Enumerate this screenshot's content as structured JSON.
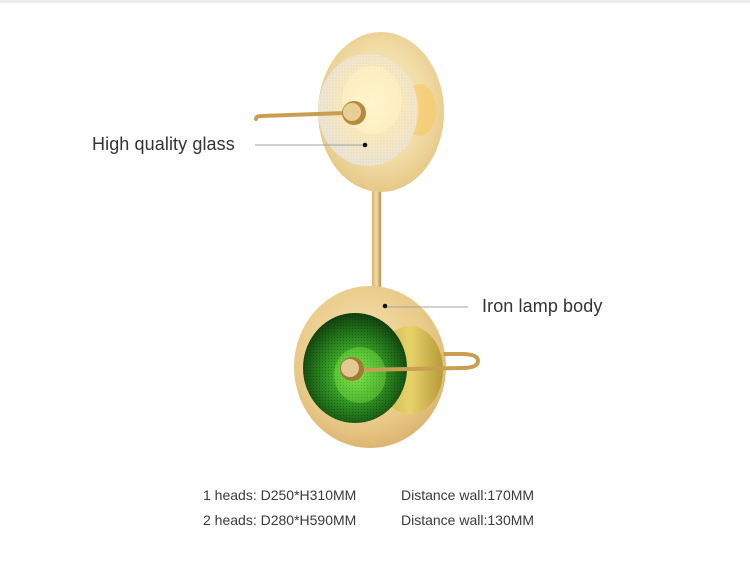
{
  "annotations": {
    "glass_label": "High quality glass",
    "body_label": "Iron lamp body"
  },
  "specs": [
    {
      "size": "1 heads: D250*H310MM",
      "distance": "Distance wall:170MM"
    },
    {
      "size": "2 heads: D280*H590MM",
      "distance": "Distance wall:130MM"
    }
  ],
  "colors": {
    "gold": "#e8c987",
    "gold_dark": "#c9a25a",
    "glass_green": "#3fae2a",
    "text": "#333333",
    "leader_line": "#9a9a9a"
  }
}
